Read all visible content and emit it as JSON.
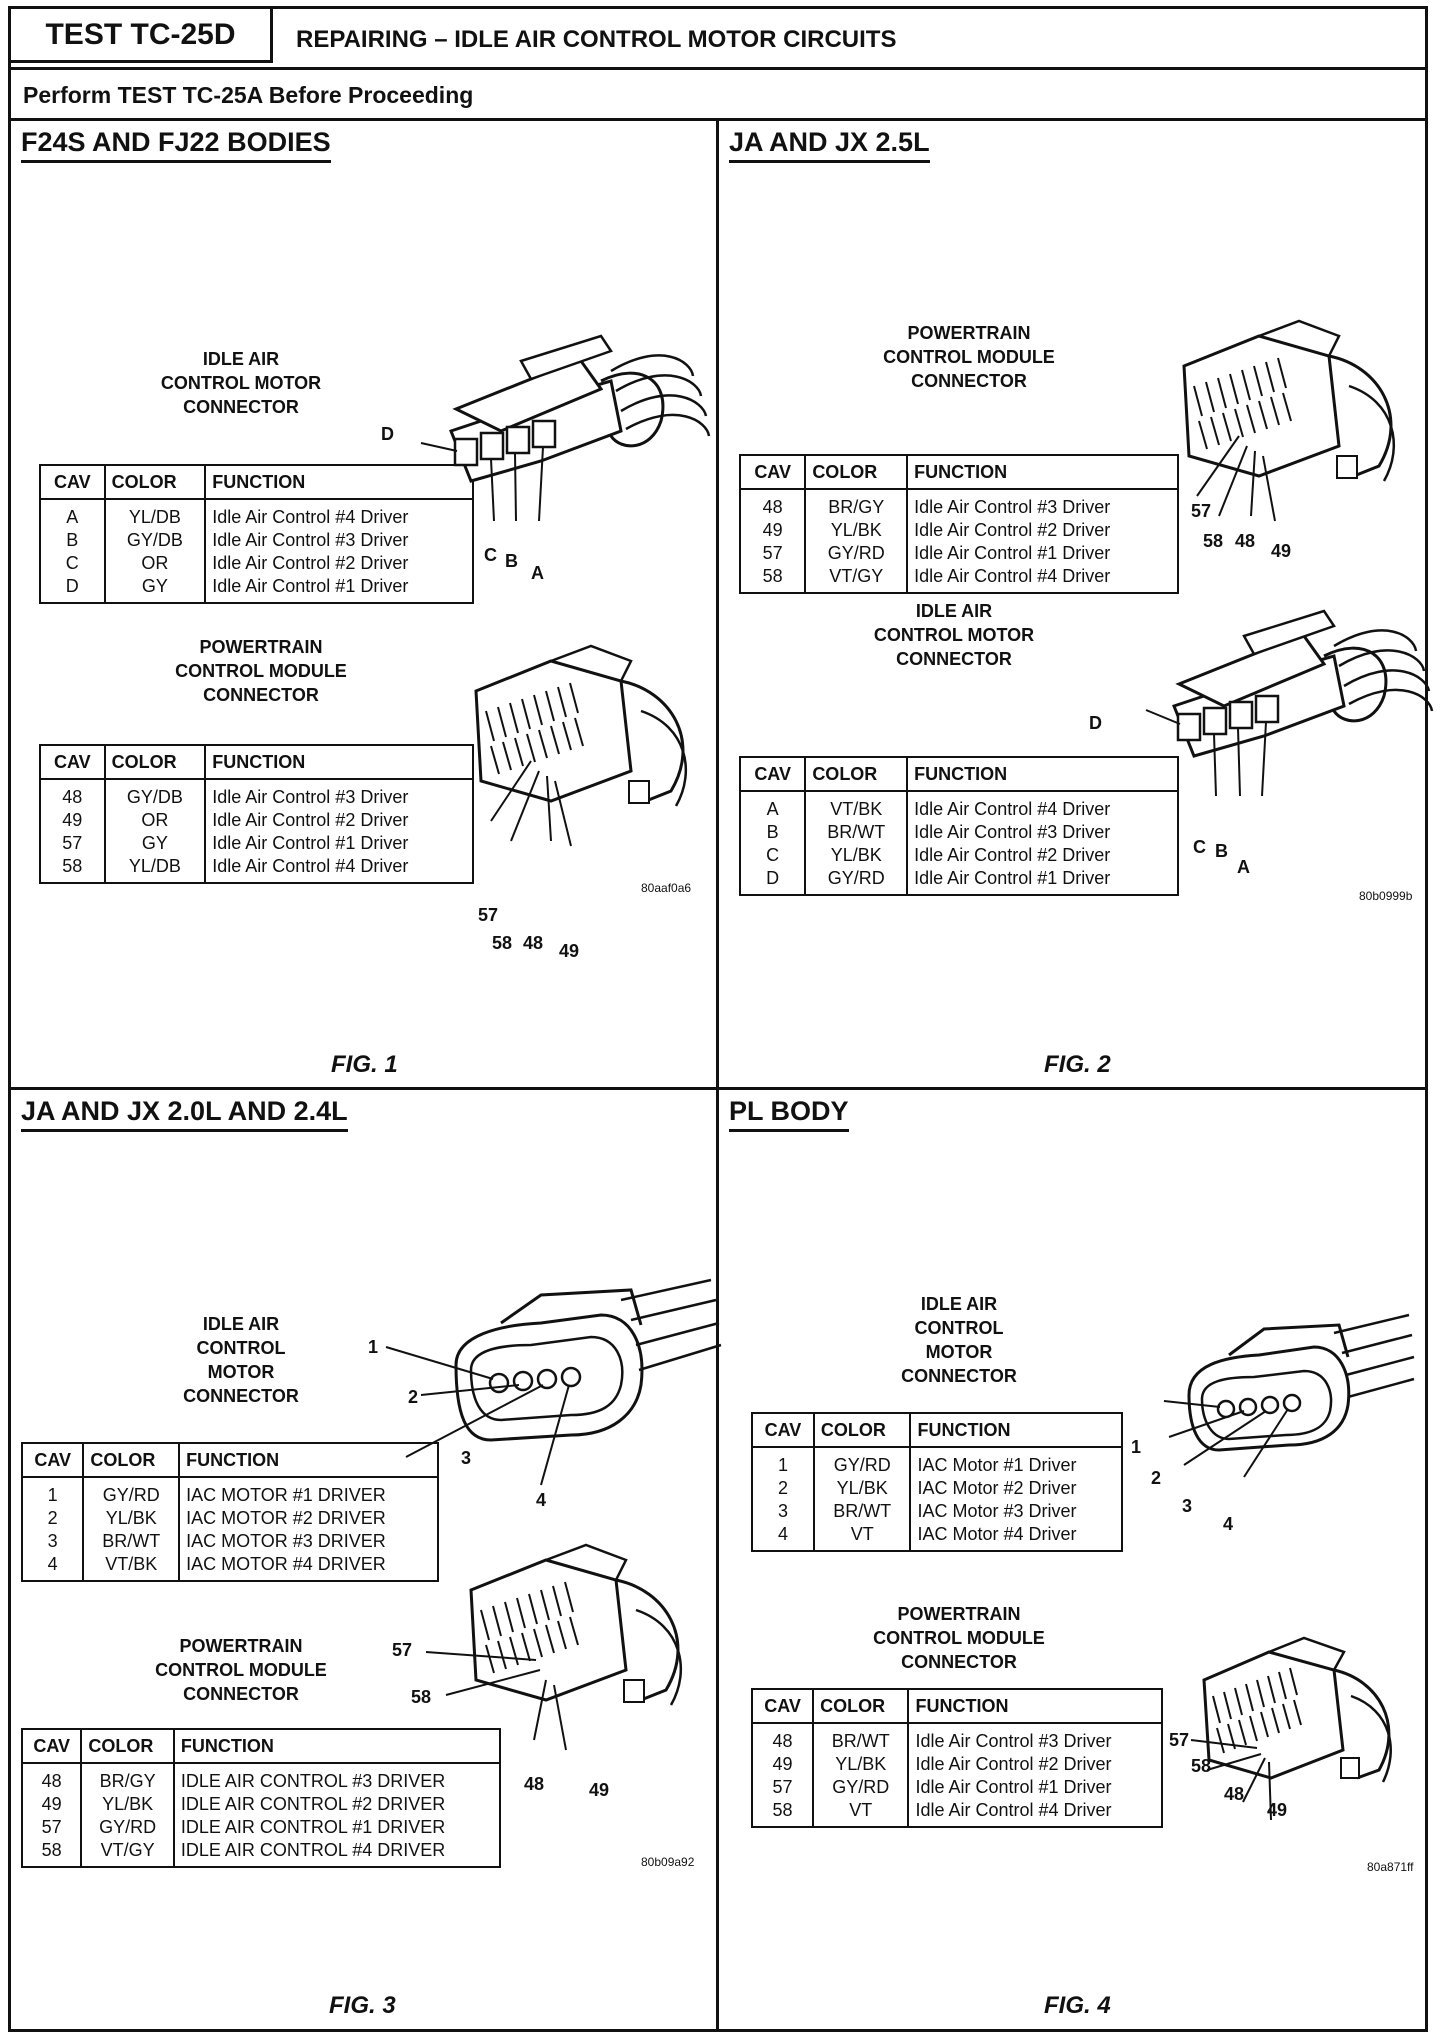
{
  "header": {
    "test_id": "TEST TC-25D",
    "title": "REPAIRING – IDLE AIR CONTROL MOTOR CIRCUITS",
    "prerequisite": "Perform TEST TC-25A Before Proceeding"
  },
  "table_headers": {
    "cav": "CAV",
    "color": "COLOR",
    "function": "FUNCTION"
  },
  "quadrants": [
    {
      "title": "F24S AND FJ22 BODIES",
      "figure": "FIG. 1",
      "ref_code": "80aaf0a6",
      "connectors": [
        {
          "label": [
            "IDLE AIR",
            "CONTROL MOTOR",
            "CONNECTOR"
          ],
          "rows": [
            [
              "A",
              "YL/DB",
              "Idle Air Control #4 Driver"
            ],
            [
              "B",
              "GY/DB",
              "Idle Air Control #3 Driver"
            ],
            [
              "C",
              "OR",
              "Idle Air Control #2 Driver"
            ],
            [
              "D",
              "GY",
              "Idle Air Control #1 Driver"
            ]
          ],
          "pins": [
            "D",
            "C",
            "B",
            "A"
          ]
        },
        {
          "label": [
            "POWERTRAIN",
            "CONTROL MODULE",
            "CONNECTOR"
          ],
          "rows": [
            [
              "48",
              "GY/DB",
              "Idle Air Control #3 Driver"
            ],
            [
              "49",
              "OR",
              "Idle Air Control #2 Driver"
            ],
            [
              "57",
              "GY",
              "Idle Air Control #1 Driver"
            ],
            [
              "58",
              "YL/DB",
              "Idle Air Control #4 Driver"
            ]
          ],
          "pins": [
            "57",
            "58",
            "48",
            "49"
          ]
        }
      ]
    },
    {
      "title": "JA AND JX 2.5L",
      "figure": "FIG. 2",
      "ref_code": "80b0999b",
      "connectors": [
        {
          "label": [
            "POWERTRAIN",
            "CONTROL MODULE",
            "CONNECTOR"
          ],
          "rows": [
            [
              "48",
              "BR/GY",
              "Idle Air Control #3 Driver"
            ],
            [
              "49",
              "YL/BK",
              "Idle Air Control #2 Driver"
            ],
            [
              "57",
              "GY/RD",
              "Idle Air Control #1 Driver"
            ],
            [
              "58",
              "VT/GY",
              "Idle Air Control #4 Driver"
            ]
          ],
          "pins": [
            "57",
            "58",
            "48",
            "49"
          ]
        },
        {
          "label": [
            "IDLE AIR",
            "CONTROL MOTOR",
            "CONNECTOR"
          ],
          "rows": [
            [
              "A",
              "VT/BK",
              "Idle Air Control #4 Driver"
            ],
            [
              "B",
              "BR/WT",
              "Idle Air Control #3 Driver"
            ],
            [
              "C",
              "YL/BK",
              "Idle Air Control #2 Driver"
            ],
            [
              "D",
              "GY/RD",
              "Idle Air Control #1 Driver"
            ]
          ],
          "pins": [
            "D",
            "C",
            "B",
            "A"
          ]
        }
      ]
    },
    {
      "title": "JA AND JX 2.0L AND 2.4L",
      "figure": "FIG. 3",
      "ref_code": "80b09a92",
      "connectors": [
        {
          "label": [
            "IDLE AIR",
            "CONTROL",
            "MOTOR",
            "CONNECTOR"
          ],
          "rows": [
            [
              "1",
              "GY/RD",
              "IAC MOTOR #1 DRIVER"
            ],
            [
              "2",
              "YL/BK",
              "IAC MOTOR #2 DRIVER"
            ],
            [
              "3",
              "BR/WT",
              "IAC MOTOR #3 DRIVER"
            ],
            [
              "4",
              "VT/BK",
              "IAC MOTOR #4 DRIVER"
            ]
          ],
          "pins": [
            "1",
            "2",
            "3",
            "4"
          ]
        },
        {
          "label": [
            "POWERTRAIN",
            "CONTROL MODULE",
            "CONNECTOR"
          ],
          "rows": [
            [
              "48",
              "BR/GY",
              "IDLE AIR CONTROL #3 DRIVER"
            ],
            [
              "49",
              "YL/BK",
              "IDLE AIR CONTROL #2 DRIVER"
            ],
            [
              "57",
              "GY/RD",
              "IDLE AIR CONTROL #1 DRIVER"
            ],
            [
              "58",
              "VT/GY",
              "IDLE AIR CONTROL #4 DRIVER"
            ]
          ],
          "pins": [
            "57",
            "58",
            "48",
            "49"
          ]
        }
      ]
    },
    {
      "title": "PL BODY",
      "figure": "FIG. 4",
      "ref_code": "80a871ff",
      "connectors": [
        {
          "label": [
            "IDLE AIR",
            "CONTROL",
            "MOTOR",
            "CONNECTOR"
          ],
          "rows": [
            [
              "1",
              "GY/RD",
              "IAC Motor #1 Driver"
            ],
            [
              "2",
              "YL/BK",
              "IAC Motor #2 Driver"
            ],
            [
              "3",
              "BR/WT",
              "IAC Motor #3 Driver"
            ],
            [
              "4",
              "VT",
              "IAC Motor #4 Driver"
            ]
          ],
          "pins": [
            "1",
            "2",
            "3",
            "4"
          ]
        },
        {
          "label": [
            "POWERTRAIN",
            "CONTROL MODULE",
            "CONNECTOR"
          ],
          "rows": [
            [
              "48",
              "BR/WT",
              "Idle Air Control #3 Driver"
            ],
            [
              "49",
              "YL/BK",
              "Idle Air Control #2 Driver"
            ],
            [
              "57",
              "GY/RD",
              "Idle Air Control #1 Driver"
            ],
            [
              "58",
              "VT",
              "Idle Air Control #4 Driver"
            ]
          ],
          "pins": [
            "57",
            "58",
            "48",
            "49"
          ]
        }
      ]
    }
  ]
}
